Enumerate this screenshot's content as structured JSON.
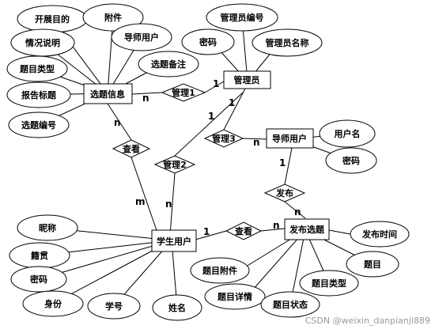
{
  "entities": {
    "topic_info": "选题信息",
    "admin": "管理员",
    "mentor": "导师用户",
    "student": "学生用户",
    "publish_topic": "发布选题"
  },
  "relationships": {
    "manage1": "管理1",
    "manage2": "管理2",
    "manage3": "管理3",
    "view_topic": "查看",
    "view_publish": "查看",
    "publish": "发布"
  },
  "attributes": {
    "topic_purpose": "开展目的",
    "topic_attachment": "附件",
    "topic_mentor_user": "导师用户",
    "topic_description": "情况说明",
    "topic_type": "题目类型",
    "topic_report_title": "报告标题",
    "topic_number": "选题编号",
    "topic_remark": "选题备注",
    "admin_number": "管理员编号",
    "admin_password": "密码",
    "admin_name": "管理员名称",
    "mentor_username": "用户名",
    "mentor_password": "密码",
    "student_nickname": "昵称",
    "student_origin": "籍贯",
    "student_password": "密码",
    "student_identity": "身份",
    "student_number": "学号",
    "student_name": "姓名",
    "publish_time": "发布时间",
    "publish_attachment": "题目附件",
    "publish_detail": "题目详情",
    "publish_status": "题目状态",
    "publish_type": "题目类型",
    "publish_title": "题目"
  },
  "cardinalities": {
    "topic_manage1": "n",
    "admin_manage1": "1",
    "admin_manage2": "1",
    "student_manage2": "n",
    "topic_view": "n",
    "student_view": "m",
    "admin_manage3": "1",
    "mentor_manage3": "n",
    "mentor_publish": "1",
    "publish_publish": "n",
    "student_view2": "1",
    "publish_view2": "n"
  },
  "watermark": "CSDN @weixin_danpianji889"
}
